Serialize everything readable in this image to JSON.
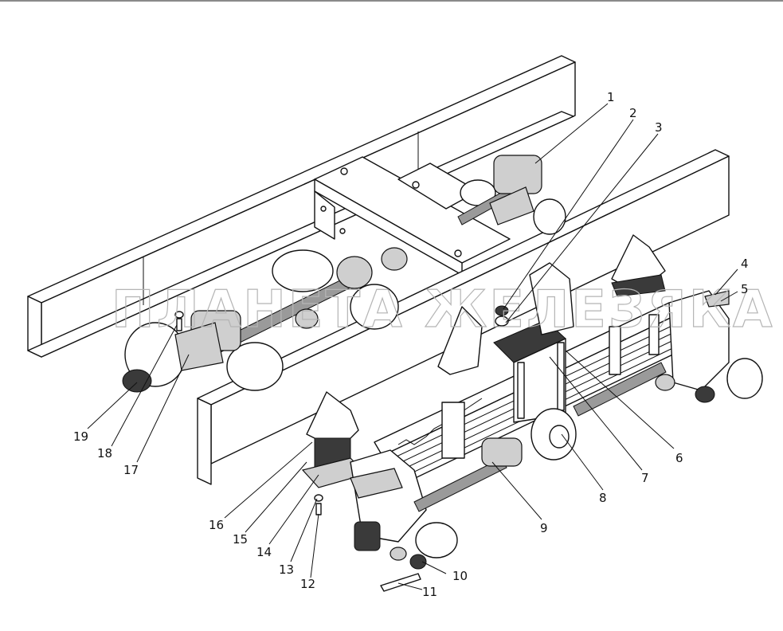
{
  "watermark": "ПЛАНЕТА ЖЕЛЕЗЯКА",
  "callouts": [
    {
      "label": "1"
    },
    {
      "label": "2"
    },
    {
      "label": "3"
    },
    {
      "label": "4"
    },
    {
      "label": "5"
    },
    {
      "label": "6"
    },
    {
      "label": "7"
    },
    {
      "label": "8"
    },
    {
      "label": "9"
    },
    {
      "label": "10"
    },
    {
      "label": "11"
    },
    {
      "label": "12"
    },
    {
      "label": "13"
    },
    {
      "label": "14"
    },
    {
      "label": "15"
    },
    {
      "label": "16"
    },
    {
      "label": "17"
    },
    {
      "label": "18"
    },
    {
      "label": "19"
    }
  ]
}
